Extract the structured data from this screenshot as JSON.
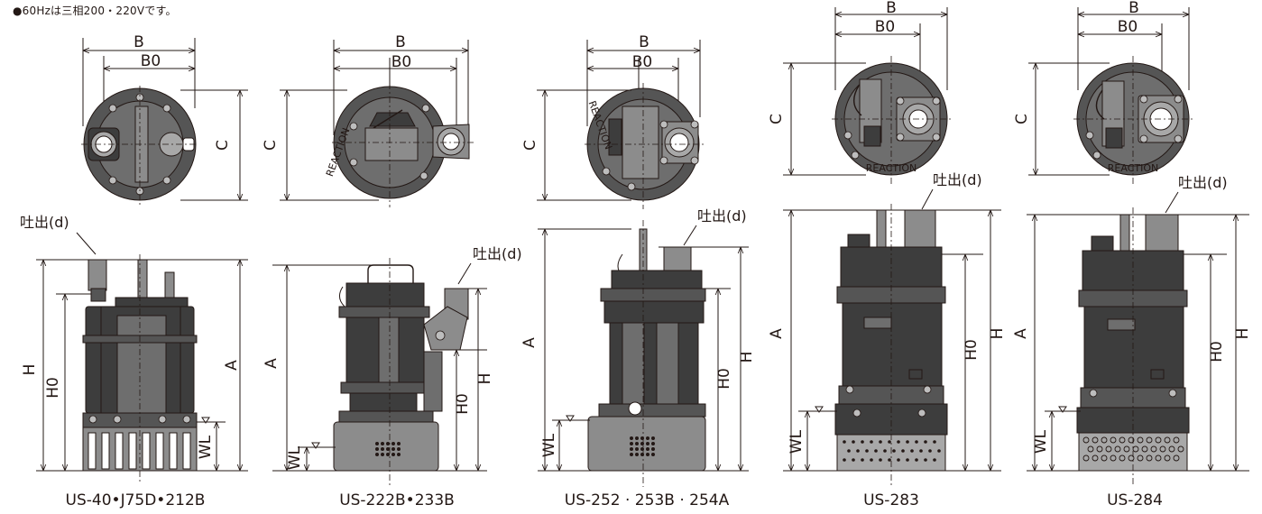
{
  "note": "●60Hzは三相200・220Vです。",
  "dimension_labels": {
    "b": "B",
    "b0": "B0",
    "c": "C",
    "a": "A",
    "h": "H",
    "h0": "H0",
    "wl": "WL",
    "discharge": "吐出(d)",
    "reaction": "REACTION"
  },
  "models": [
    {
      "caption": "US-40•J75D•212B"
    },
    {
      "caption": "US-222B•233B"
    },
    {
      "caption": "US-252 · 253B · 254A"
    },
    {
      "caption": "US-283"
    },
    {
      "caption": "US-284"
    }
  ]
}
